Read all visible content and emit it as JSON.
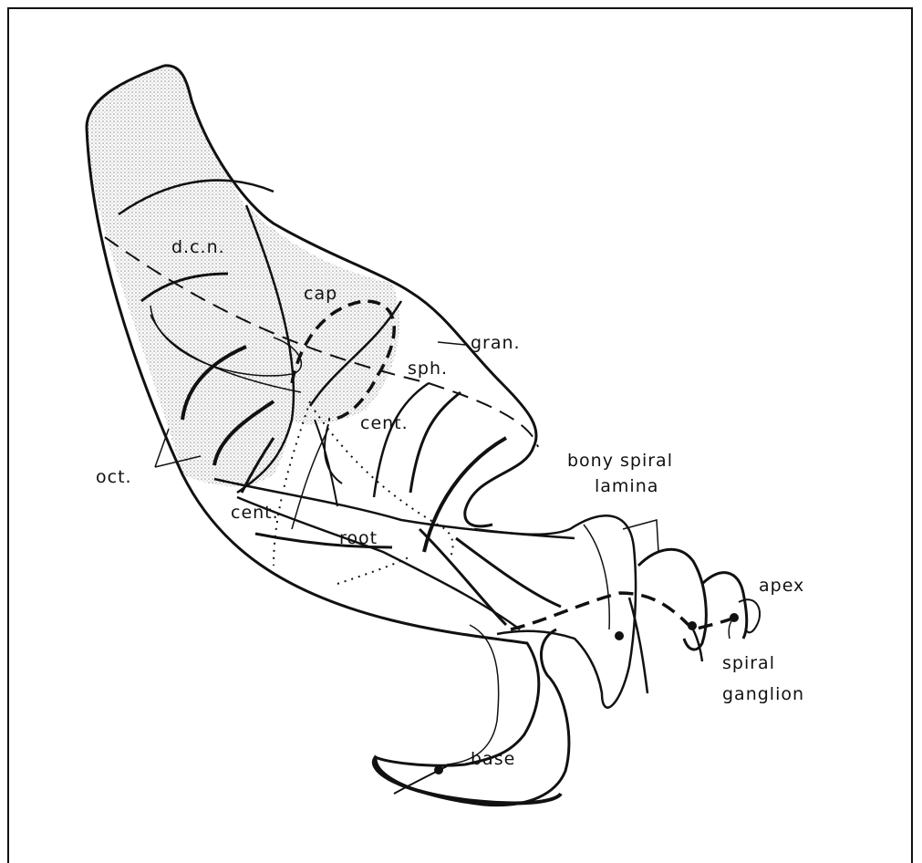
{
  "labels": {
    "dcn": "d.c.n.",
    "cap": "cap",
    "gran": "gran.",
    "sph": "sph.",
    "cent_upper": "cent.",
    "cent_lower": "cent.",
    "oct": "oct.",
    "root": "root",
    "bony_line1": "bony spiral",
    "bony_line2": "lamina",
    "apex": "apex",
    "ganglion_line1": "spiral",
    "ganglion_line2": "ganglion",
    "base": "base"
  },
  "colors": {
    "ink": "#111111",
    "stipple": "#cfcfcf"
  }
}
